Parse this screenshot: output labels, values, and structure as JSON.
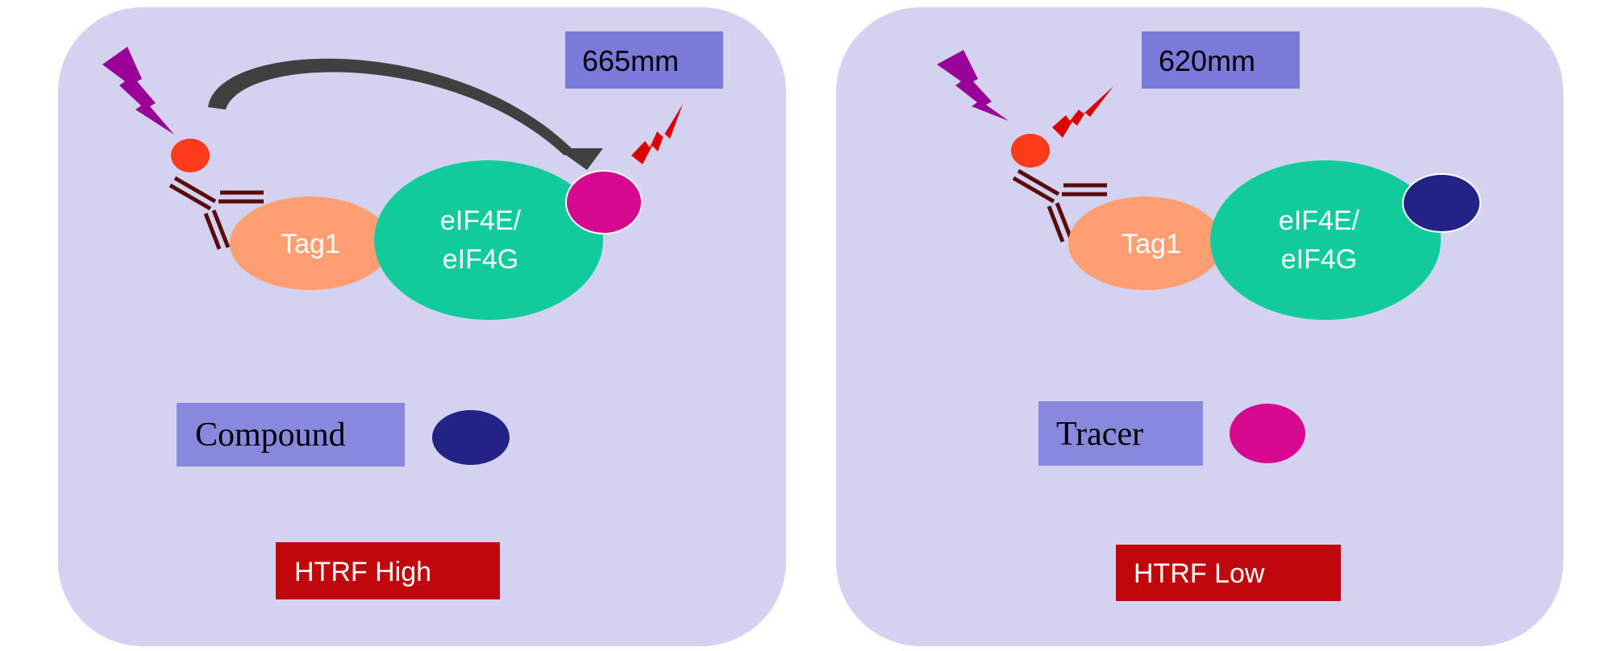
{
  "panels": [
    {
      "wavelength": "665mm",
      "tag": "Tag1",
      "complex_line1": "eIF4E/",
      "complex_line2": "eIF4G",
      "legend_label": "Compound",
      "result": "HTRF High"
    },
    {
      "wavelength": "620mm",
      "tag": "Tag1",
      "complex_line1": "eIF4E/",
      "complex_line2": "eIF4G",
      "legend_label": "Tracer",
      "result": "HTRF Low"
    }
  ],
  "colors": {
    "panel": "#d3d3f1",
    "wavelength_box": "#7a7adb",
    "legend_box": "#8888dd",
    "result_box": "#c0070b",
    "complex": "#10cc9c",
    "tag": "#ff9e70",
    "tracer": "#d5088f",
    "compound": "#232385",
    "donor": "#ff3a1a",
    "excitation": "#990099",
    "emission": "#dd0000",
    "antibody": "#5a0a0a",
    "fret_arrow": "#404040"
  }
}
